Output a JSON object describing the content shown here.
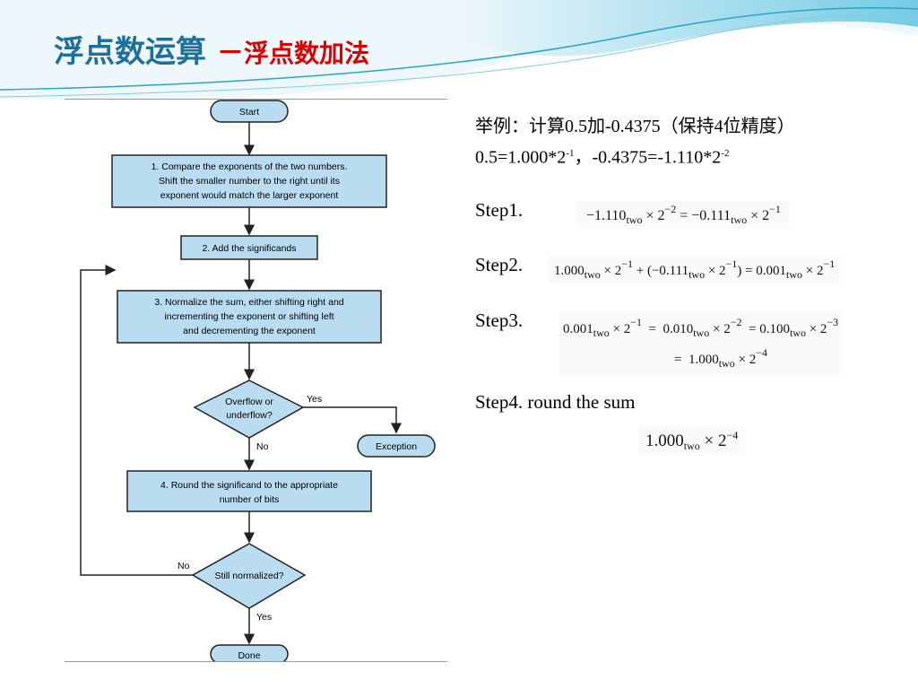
{
  "header": {
    "title_main": "浮点数运算",
    "title_dash": "－",
    "title_sub": "浮点数加法"
  },
  "flowchart": {
    "start": "Start",
    "step1": [
      "1.  Compare the exponents of the two numbers.",
      "Shift the smaller number to the right until its",
      "exponent would match the larger exponent"
    ],
    "step2": "2. Add the significands",
    "step3": [
      "3. Normalize the sum, either shifting right and",
      "incrementing the exponent or shifting left",
      "and decrementing the exponent"
    ],
    "overflow": [
      "Overflow or",
      "underflow?"
    ],
    "yes1": "Yes",
    "no1": "No",
    "exception": "Exception",
    "step4": [
      "4. Round the significand to the appropriate",
      "number of bits"
    ],
    "normalized": "Still normalized?",
    "no2": "No",
    "yes2": "Yes",
    "done": "Done"
  },
  "example": {
    "line1": "举例：计算0.5加-0.4375（保持4位精度）",
    "line2_a": "0.5=1.000*2",
    "line2_a_exp": "-1",
    "line2_sep": "，",
    "line2_b": "-0.4375=-1.110*2",
    "line2_b_exp": "-2"
  },
  "steps": {
    "step1_label": "Step1.",
    "step2_label": "Step2.",
    "step3_label": "Step3.",
    "step4_label": "Step4. round  the sum"
  },
  "formulas": {
    "f1_a": "−1.110",
    "two": "two",
    "times": "×",
    "base": "2",
    "f1_exp1": "−2",
    "eq": "=",
    "f1_b": "−0.111",
    "f1_exp2": "−1",
    "f2_a": "1.000",
    "f2_exp1": "−1",
    "plus": "+",
    "lparen": "(",
    "rparen": ")",
    "f2_b": "−0.111",
    "f2_exp2": "−1",
    "f2_c": "0.001",
    "f2_exp3": "−1",
    "f3_a": "0.001",
    "f3_exp1": "−1",
    "f3_b": "0.010",
    "f3_exp2": "−2",
    "f3_c": "0.100",
    "f3_exp3": "−3",
    "f3_d": "1.000",
    "f3_exp4": "−4",
    "f4_a": "1.000",
    "f4_exp": "−4"
  }
}
